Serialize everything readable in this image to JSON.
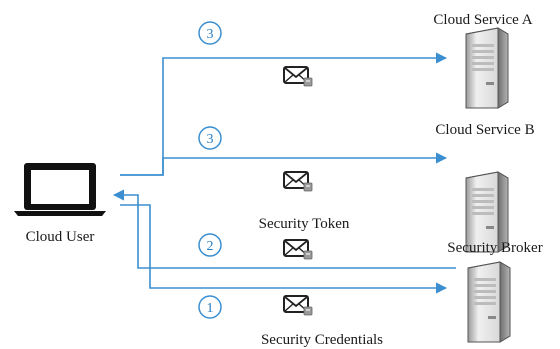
{
  "nodes": {
    "user": {
      "label": "Cloud User"
    },
    "service_a": {
      "label": "Cloud Service A"
    },
    "service_b": {
      "label": "Cloud Service B"
    },
    "broker": {
      "label": "Security Broker"
    }
  },
  "steps": {
    "step_1": {
      "number": "1",
      "message": "Security Credentials"
    },
    "step_2": {
      "number": "2",
      "message": "Security Token"
    },
    "step_3a": {
      "number": "3",
      "message": ""
    },
    "step_3b": {
      "number": "3",
      "message": ""
    }
  },
  "colors": {
    "arrow": "#3b8fd0",
    "step": "#2a7ec0"
  }
}
